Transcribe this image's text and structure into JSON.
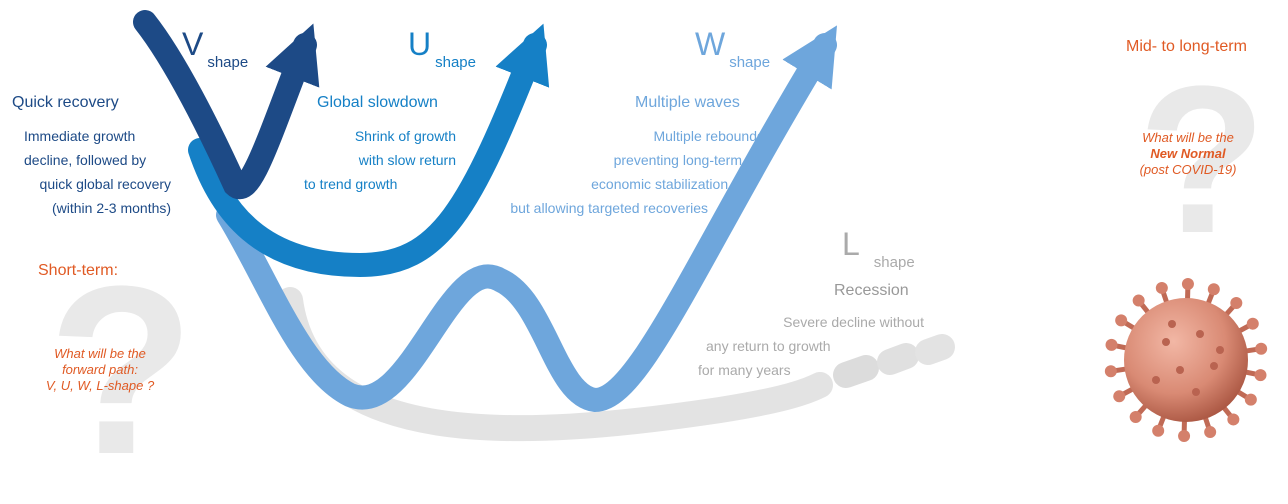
{
  "colors": {
    "v": "#1d4a86",
    "u": "#1580c6",
    "w": "#6ea6dc",
    "l": "#b5b5b5",
    "accent": "#e05a24",
    "shadow": "#e3e3e3"
  },
  "v": {
    "letter": "V",
    "suffix": "shape",
    "heading": "Quick recovery",
    "lines": [
      "Immediate growth",
      "decline, followed by",
      "quick global recovery",
      "(within 2-3 months)"
    ]
  },
  "u": {
    "letter": "U",
    "suffix": "shape",
    "heading": "Global slowdown",
    "lines": [
      "Shrink of growth",
      "with slow return",
      "to trend growth"
    ]
  },
  "w": {
    "letter": "W",
    "suffix": "shape",
    "heading": "Multiple waves",
    "lines": [
      "Multiple rebounds",
      "preventing long-term",
      "economic stabilization,",
      "but allowing targeted recoveries"
    ]
  },
  "l": {
    "letter": "L",
    "suffix": "shape",
    "heading": "Recession",
    "lines": [
      "Severe decline without",
      "any return to growth",
      "for many years"
    ]
  },
  "short_term": {
    "title": "Short-term:",
    "question": [
      "What will be the",
      "forward path:",
      "V, U, W, L-shape ?"
    ]
  },
  "long_term": {
    "title": "Mid- to long-term",
    "question": [
      "What will be the",
      "New Normal",
      "(post COVID-19)"
    ]
  },
  "icons": {
    "question_mark": "?",
    "virus": "virus-icon"
  }
}
